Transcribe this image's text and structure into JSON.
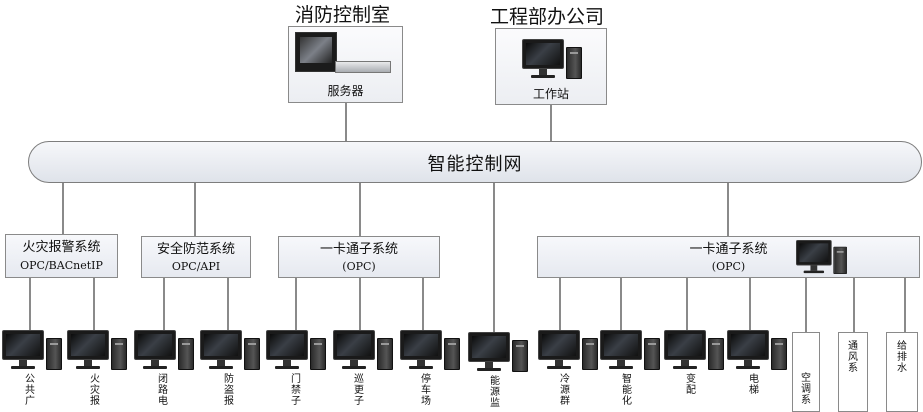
{
  "top_nodes": [
    {
      "title": "消防控制室",
      "caption": "服务器",
      "icon": "server-computer-icon"
    },
    {
      "title": "工程部办公司",
      "caption": "工作站",
      "icon": "workstation-computer-icon"
    }
  ],
  "network_bus": {
    "label": "智能控制网"
  },
  "subsystems": [
    {
      "title": "火灾报警系统",
      "protocol": "OPC/BACnetIP"
    },
    {
      "title": "安全防范系统",
      "protocol": "OPC/API"
    },
    {
      "title": "一卡通子系统",
      "protocol": "(OPC)"
    },
    {
      "title": "一卡通子系统",
      "protocol": "(OPC)"
    }
  ],
  "endpoint_labels": [
    "公共广",
    "火灾报",
    "闭路电",
    "防盗报",
    "门禁子",
    "巡更子",
    "停车场",
    "能源监",
    "冷源群",
    "智能化",
    "变配",
    "电梯"
  ],
  "side_boxes": [
    "空调系",
    "通风系",
    "给排水"
  ],
  "colors": {
    "line": "#4a4a4a",
    "box_border": "#8a8a8a",
    "box_fill": "#eceef3"
  }
}
